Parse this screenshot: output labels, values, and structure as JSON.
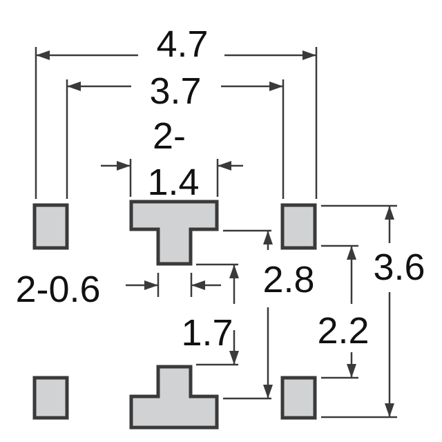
{
  "dimensions": {
    "overall_width": "4.7",
    "outer_pad_pitch": "3.7",
    "tab_width_prefix": "2-",
    "tab_width": "1.4",
    "stem_width": "2-0.6",
    "stem_gap": "1.7",
    "tab_span": "2.8",
    "pad_inner_span": "2.2",
    "overall_height": "3.6"
  },
  "colors": {
    "pad_fill": "#d1d2d4",
    "outline": "#3a3a3a"
  }
}
